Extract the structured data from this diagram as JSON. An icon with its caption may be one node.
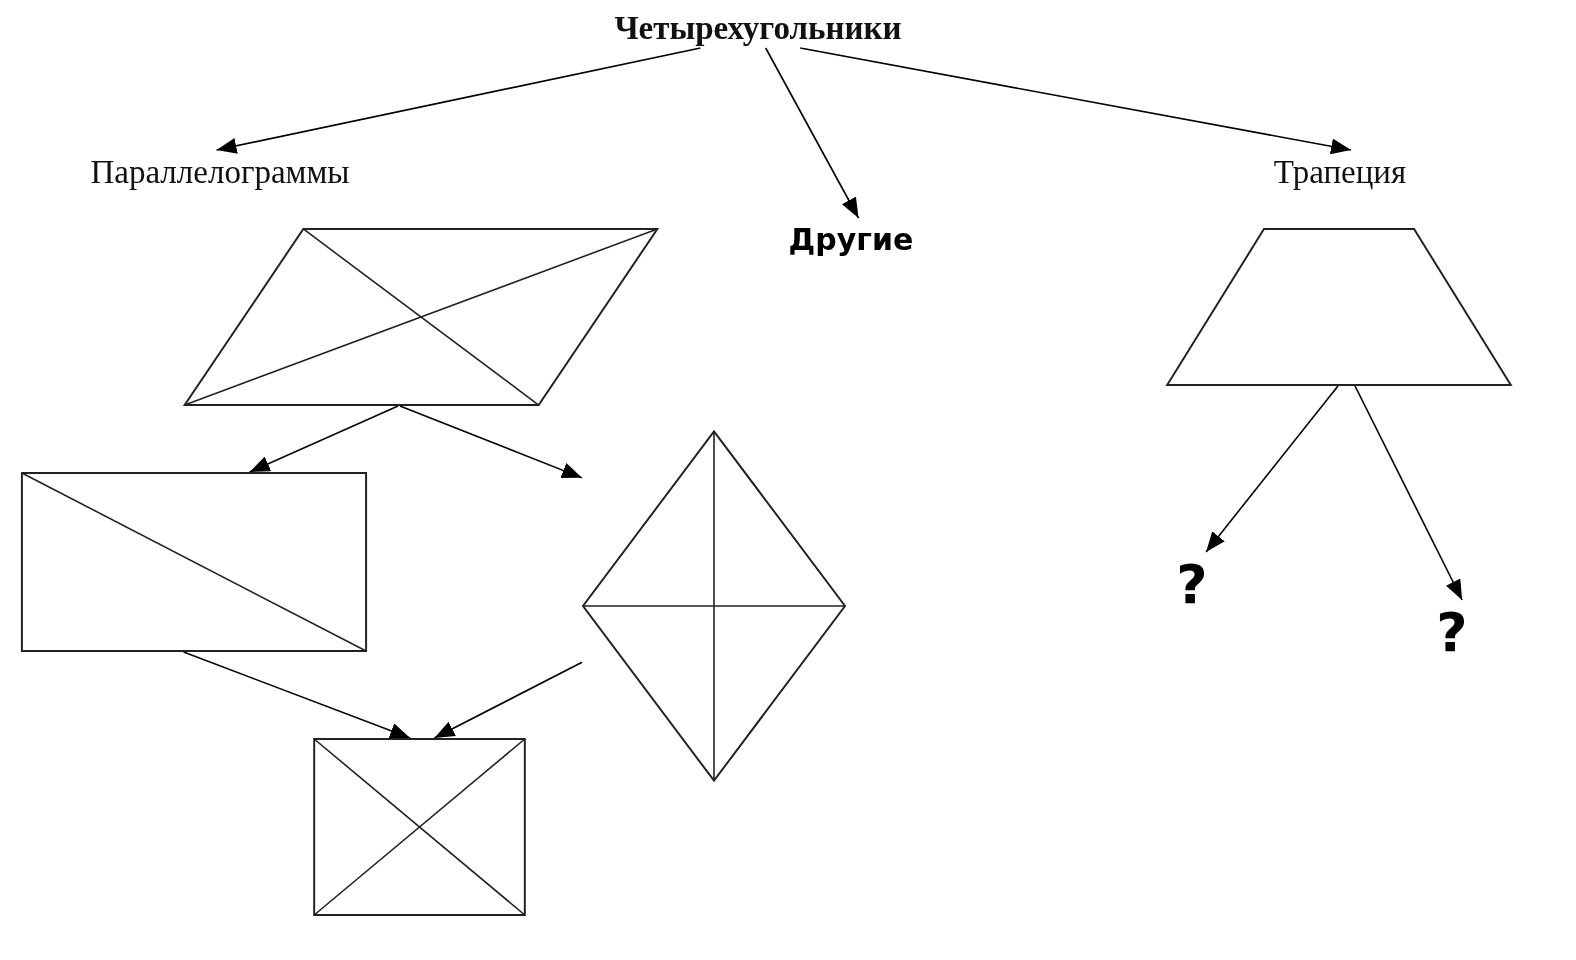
{
  "diagram": {
    "nodes": [
      {
        "text": [
          "Четырехугольники"
        ]
      },
      {
        "text": [
          "Параллелограммы"
        ]
      },
      {
        "text": [
          "Другие"
        ]
      },
      {
        "text": [
          "Трапеция"
        ]
      },
      {
        "text": [],
        "shape": "parallelogram"
      },
      {
        "text": [],
        "shape": "rectangle"
      },
      {
        "text": [],
        "shape": "diamond"
      },
      {
        "text": [],
        "shape": "square"
      },
      {
        "text": [],
        "shape": "trapezoid"
      },
      {
        "text": [
          "?"
        ]
      },
      {
        "text": [
          "?"
        ]
      }
    ],
    "edges": [
      {
        "from": 0,
        "to": 1,
        "arrow": "to"
      },
      {
        "from": 0,
        "to": 2,
        "arrow": "to"
      },
      {
        "from": 0,
        "to": 3,
        "arrow": "to"
      },
      {
        "from": 4,
        "to": 5,
        "arrow": "to"
      },
      {
        "from": 4,
        "to": 6,
        "arrow": "to"
      },
      {
        "from": 5,
        "to": 7,
        "arrow": "to"
      },
      {
        "from": 6,
        "to": 7,
        "arrow": "to"
      },
      {
        "from": 8,
        "to": 9,
        "arrow": "to"
      },
      {
        "from": 8,
        "to": 10,
        "arrow": "to"
      }
    ]
  }
}
